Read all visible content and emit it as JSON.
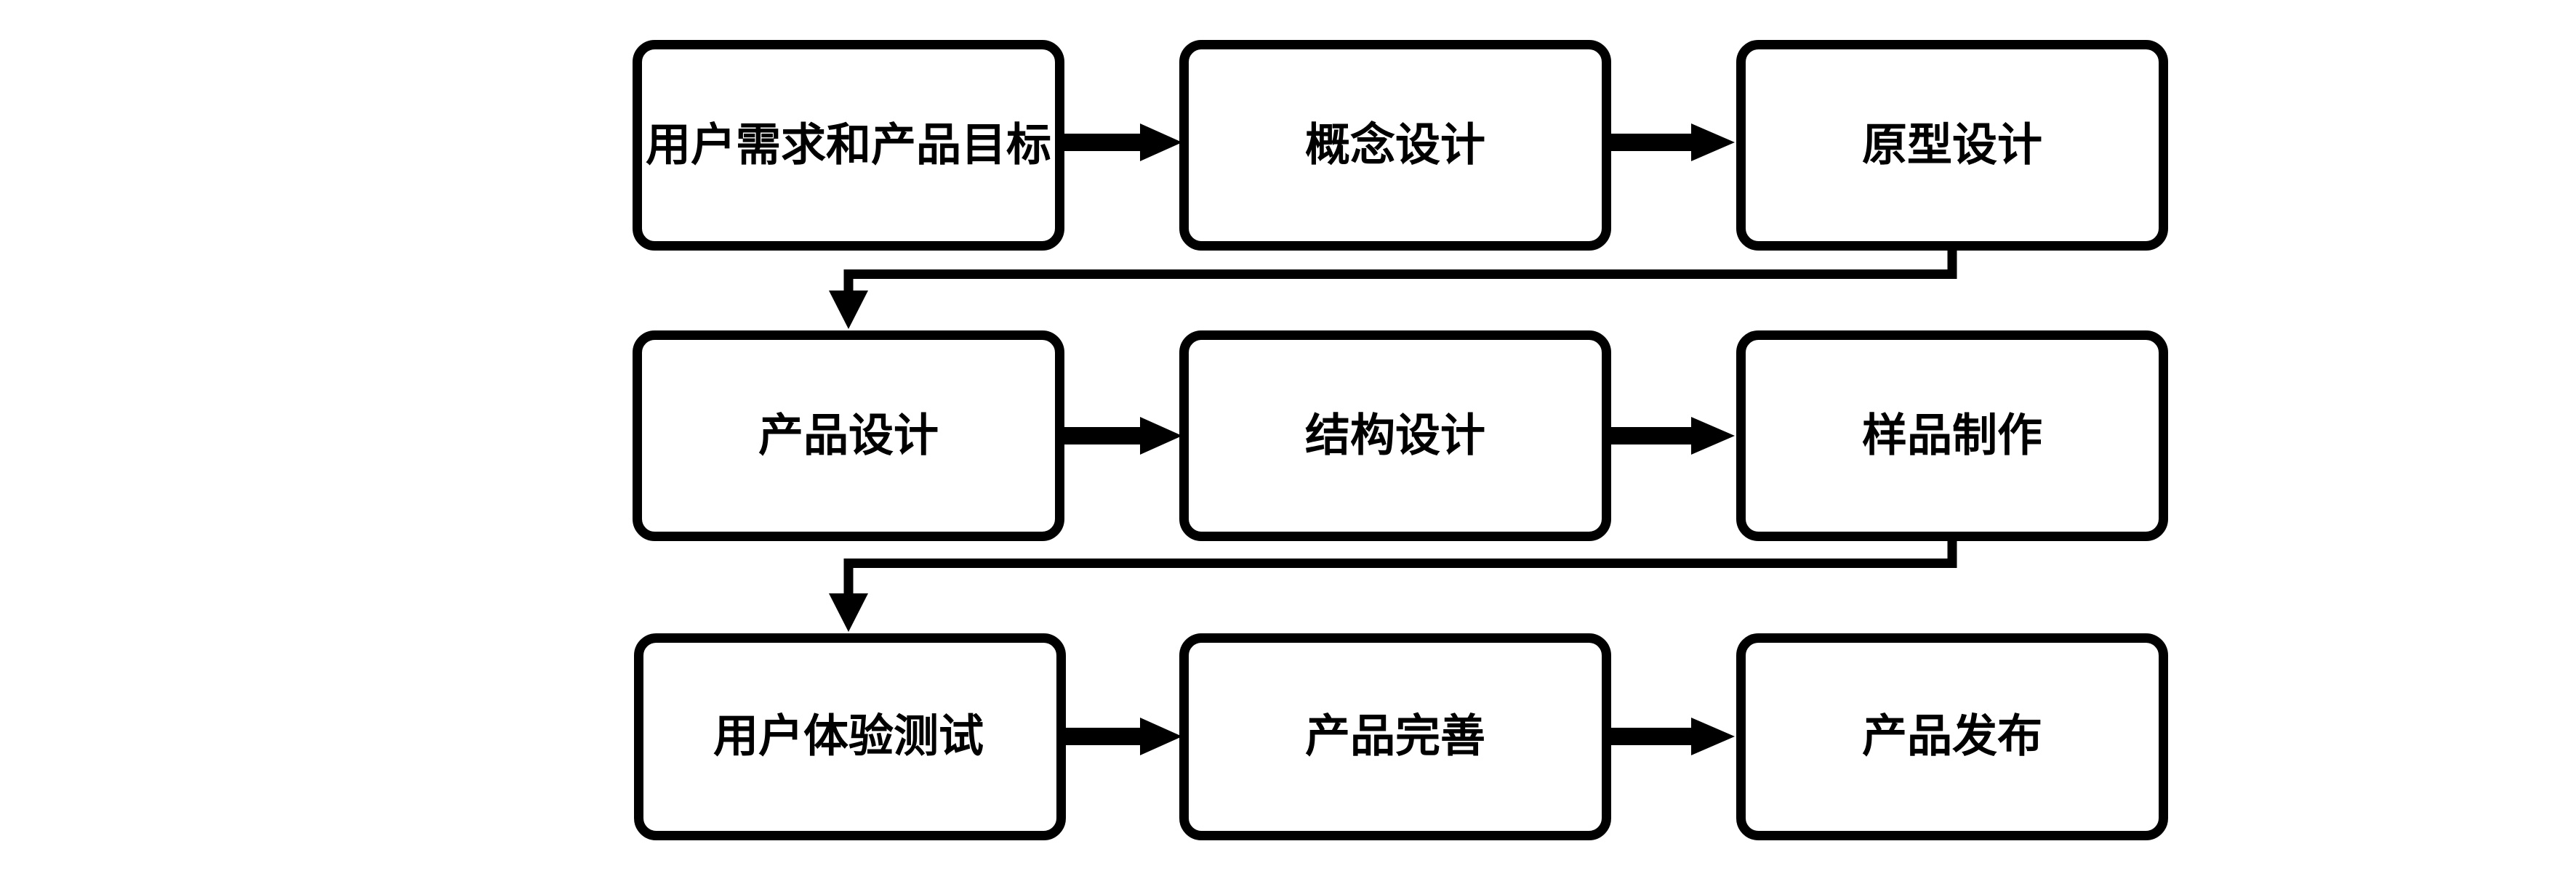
{
  "diagram": {
    "type": "flowchart",
    "description": "Product design process flow, 3 rows of 3 steps, serpentine left-to-right order",
    "background_color": "#ffffff",
    "node_fill_color": "#ffffff",
    "node_border_color": "#000000",
    "node_text_color": "#000000",
    "connector_color": "#000000",
    "nodes": [
      {
        "id": "user-needs",
        "label": "用户需求和产品目标",
        "row": 1,
        "col": 1
      },
      {
        "id": "concept-design",
        "label": "概念设计",
        "row": 1,
        "col": 2
      },
      {
        "id": "prototype-design",
        "label": "原型设计",
        "row": 1,
        "col": 3
      },
      {
        "id": "product-design",
        "label": "产品设计",
        "row": 2,
        "col": 1
      },
      {
        "id": "structure-design",
        "label": "结构设计",
        "row": 2,
        "col": 2
      },
      {
        "id": "sample-making",
        "label": "样品制作",
        "row": 2,
        "col": 3
      },
      {
        "id": "ux-testing",
        "label": "用户体验测试",
        "row": 3,
        "col": 1
      },
      {
        "id": "product-refinement",
        "label": "产品完善",
        "row": 3,
        "col": 2
      },
      {
        "id": "product-release",
        "label": "产品发布",
        "row": 3,
        "col": 3
      }
    ],
    "edges": [
      {
        "from": "user-needs",
        "to": "concept-design",
        "style": "straight-right-arrow"
      },
      {
        "from": "concept-design",
        "to": "prototype-design",
        "style": "straight-right-arrow"
      },
      {
        "from": "prototype-design",
        "to": "product-design",
        "style": "elbow-down-left-down-arrow"
      },
      {
        "from": "product-design",
        "to": "structure-design",
        "style": "straight-right-arrow"
      },
      {
        "from": "structure-design",
        "to": "sample-making",
        "style": "straight-right-arrow"
      },
      {
        "from": "sample-making",
        "to": "ux-testing",
        "style": "elbow-down-left-down-arrow"
      },
      {
        "from": "ux-testing",
        "to": "product-refinement",
        "style": "straight-right-arrow"
      },
      {
        "from": "product-refinement",
        "to": "product-release",
        "style": "straight-right-arrow"
      }
    ]
  }
}
